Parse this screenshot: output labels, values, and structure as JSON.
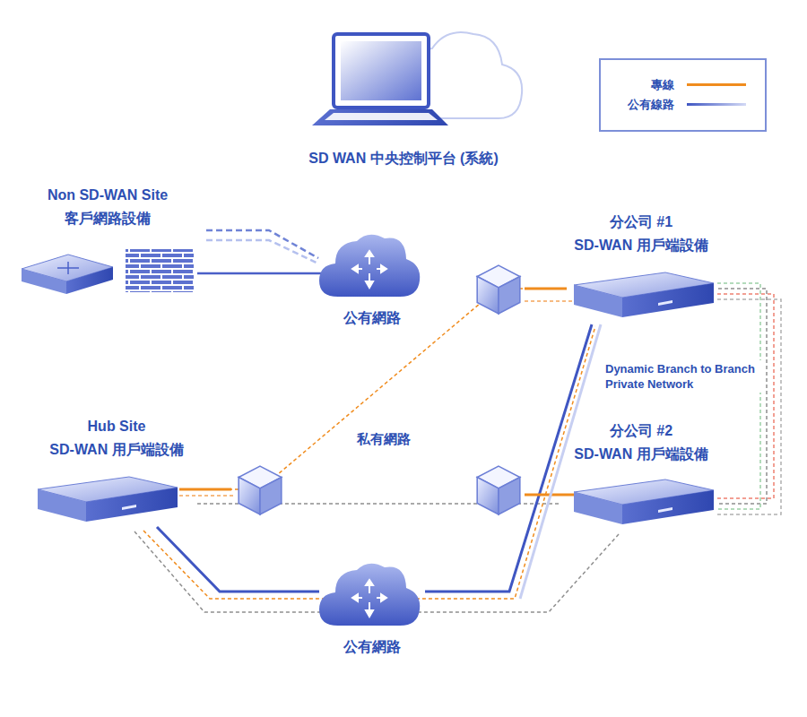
{
  "diagram": {
    "nodes": [
      {
        "text": [
          "SD WAN 中央控制平台 (系統)"
        ]
      },
      {
        "text": [
          "Non SD-WAN Site",
          "客戶網路設備"
        ]
      },
      {
        "text": [
          "公有網路"
        ]
      },
      {
        "text": [
          "分公司 #1",
          "SD-WAN 用戶端設備"
        ]
      },
      {
        "text": [
          "Hub Site",
          "SD-WAN 用戶端設備"
        ]
      },
      {
        "text": [
          "分公司 #2",
          "SD-WAN 用戶端設備"
        ]
      },
      {
        "text": [
          "公有網路"
        ]
      }
    ],
    "edges": [
      {
        "from": 1,
        "to": 2,
        "arrow": "none"
      },
      {
        "from": 4,
        "to": 3,
        "arrow": "none"
      },
      {
        "from": 4,
        "to": 5,
        "arrow": "none"
      },
      {
        "from": 3,
        "to": 5,
        "arrow": "none"
      },
      {
        "from": 4,
        "to": 6,
        "arrow": "none"
      },
      {
        "from": 6,
        "to": 3,
        "arrow": "none"
      }
    ],
    "labels": [
      "私有網路",
      "Dynamic Branch to Branch Private Network"
    ],
    "legend": [
      {
        "text": "專線"
      },
      {
        "text": "公有線路"
      }
    ]
  }
}
